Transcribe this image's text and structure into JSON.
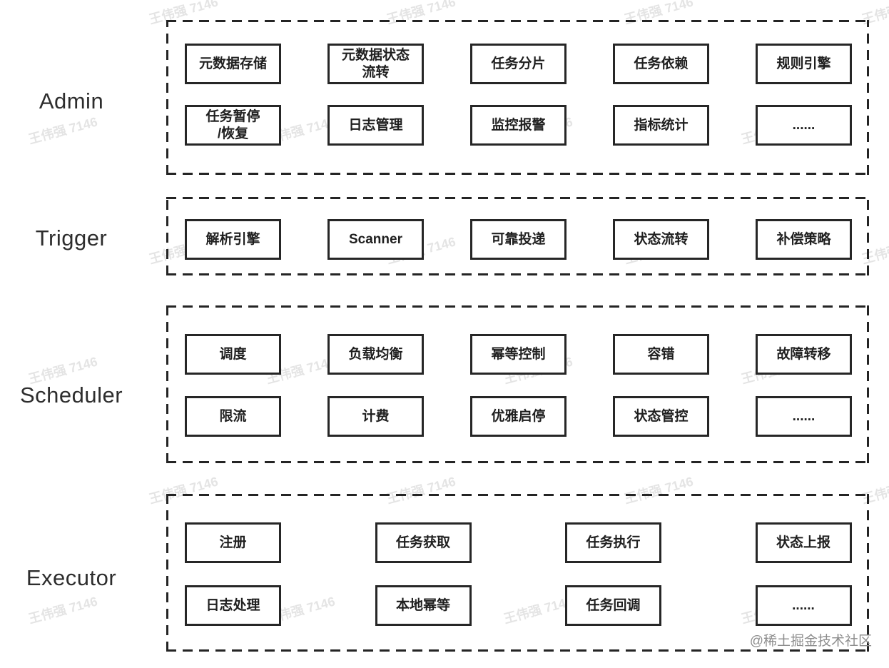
{
  "watermark": {
    "text": "王伟强 7146",
    "color": "#e4e4e4"
  },
  "credit": "@稀土掘金技术社区",
  "sections": [
    {
      "label": "Admin",
      "rows": [
        [
          "元数据存储",
          "元数据状态\n流转",
          "任务分片",
          "任务依赖",
          "规则引擎"
        ],
        [
          "任务暂停\n/恢复",
          "日志管理",
          "监控报警",
          "指标统计",
          "......"
        ]
      ]
    },
    {
      "label": "Trigger",
      "rows": [
        [
          "解析引擎",
          "Scanner",
          "可靠投递",
          "状态流转",
          "补偿策略"
        ]
      ]
    },
    {
      "label": "Scheduler",
      "rows": [
        [
          "调度",
          "负载均衡",
          "幂等控制",
          "容错",
          "故障转移"
        ],
        [
          "限流",
          "计费",
          "优雅启停",
          "状态管控",
          "......"
        ]
      ]
    },
    {
      "label": "Executor",
      "rows": [
        [
          "注册",
          "任务获取",
          "任务执行",
          "状态上报"
        ],
        [
          "日志处理",
          "本地幂等",
          "任务回调",
          "......"
        ]
      ]
    }
  ]
}
